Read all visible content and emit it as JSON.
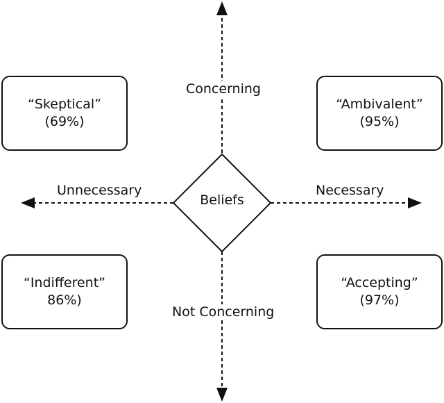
{
  "center": {
    "label": "Beliefs"
  },
  "axes": {
    "top": "Concerning",
    "bottom": "Not Concerning",
    "left": "Unnecessary",
    "right": "Necessary"
  },
  "quadrants": {
    "top_left": {
      "name": "“Skeptical”",
      "percent": "(69%)"
    },
    "top_right": {
      "name": "“Ambivalent”",
      "percent": "(95%)"
    },
    "bottom_left": {
      "name": "“Indifferent”",
      "percent": "86%)"
    },
    "bottom_right": {
      "name": "“Accepting”",
      "percent": "(97%)"
    }
  }
}
